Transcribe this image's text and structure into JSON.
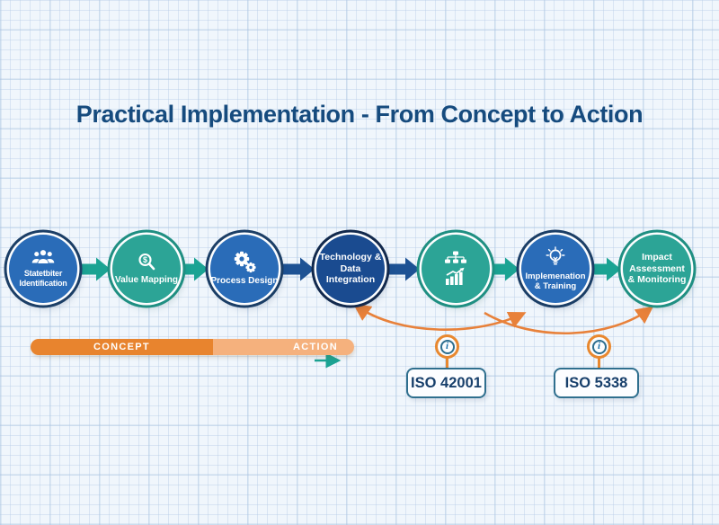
{
  "title": "Practical Implementation - From Concept to Action",
  "nodes": [
    {
      "label": "Statetbiter Identification",
      "icon": "people-group-icon",
      "color_scheme": "blue"
    },
    {
      "label": "Value Mapping",
      "icon": "dollar-magnifier-icon",
      "color_scheme": "teal"
    },
    {
      "label": "Process Design",
      "icon": "gears-icon",
      "color_scheme": "blue"
    },
    {
      "label": "Technology & Data Integration",
      "icon": "none",
      "color_scheme": "navy"
    },
    {
      "label": "",
      "icon": "flowchart-icon + growth-chart-icon",
      "color_scheme": "teal"
    },
    {
      "label": "Implemenation & Training",
      "icon": "lightbulb-icon",
      "color_scheme": "blue"
    },
    {
      "label": "Impact Assessment & Monitoring",
      "icon": "none",
      "color_scheme": "teal"
    }
  ],
  "flow_arrows": [
    {
      "from": 1,
      "to": 2,
      "color": "teal"
    },
    {
      "from": 2,
      "to": 3,
      "color": "teal"
    },
    {
      "from": 3,
      "to": 4,
      "color": "navy"
    },
    {
      "from": 4,
      "to": 5,
      "color": "navy"
    },
    {
      "from": 5,
      "to": 6,
      "color": "teal"
    },
    {
      "from": 6,
      "to": 7,
      "color": "teal"
    }
  ],
  "progress_bar": {
    "concept_label": "CONCEPT",
    "action_label": "ACTION"
  },
  "iso_badges": [
    {
      "label": "ISO 42001",
      "info_glyph": "i"
    },
    {
      "label": "ISO 5338",
      "info_glyph": "i"
    }
  ],
  "curved_arrows": [
    {
      "path": "between ISO 42001 area and nodes 4/6",
      "style": "orange, double-headed, crossing"
    },
    {
      "path": "between node 5 area, ISO 5338 and node 7",
      "style": "orange, single-headed"
    }
  ],
  "colors": {
    "background": "#f0f6fc",
    "grid_line": "#cfdeee",
    "title_text": "#164B7E",
    "node_blue": "#2A6CB8",
    "node_navy": "#1A4B90",
    "node_teal": "#2CA496",
    "arrow_teal": "#1BA393",
    "arrow_navy": "#1D5294",
    "curve_orange": "#E8813A",
    "bar_dark_orange": "#E8842E",
    "bar_light_orange": "#F5B17D",
    "iso_border": "#2F6F8E",
    "iso_text": "#173F6B",
    "node_text": "#FFFFFF"
  }
}
